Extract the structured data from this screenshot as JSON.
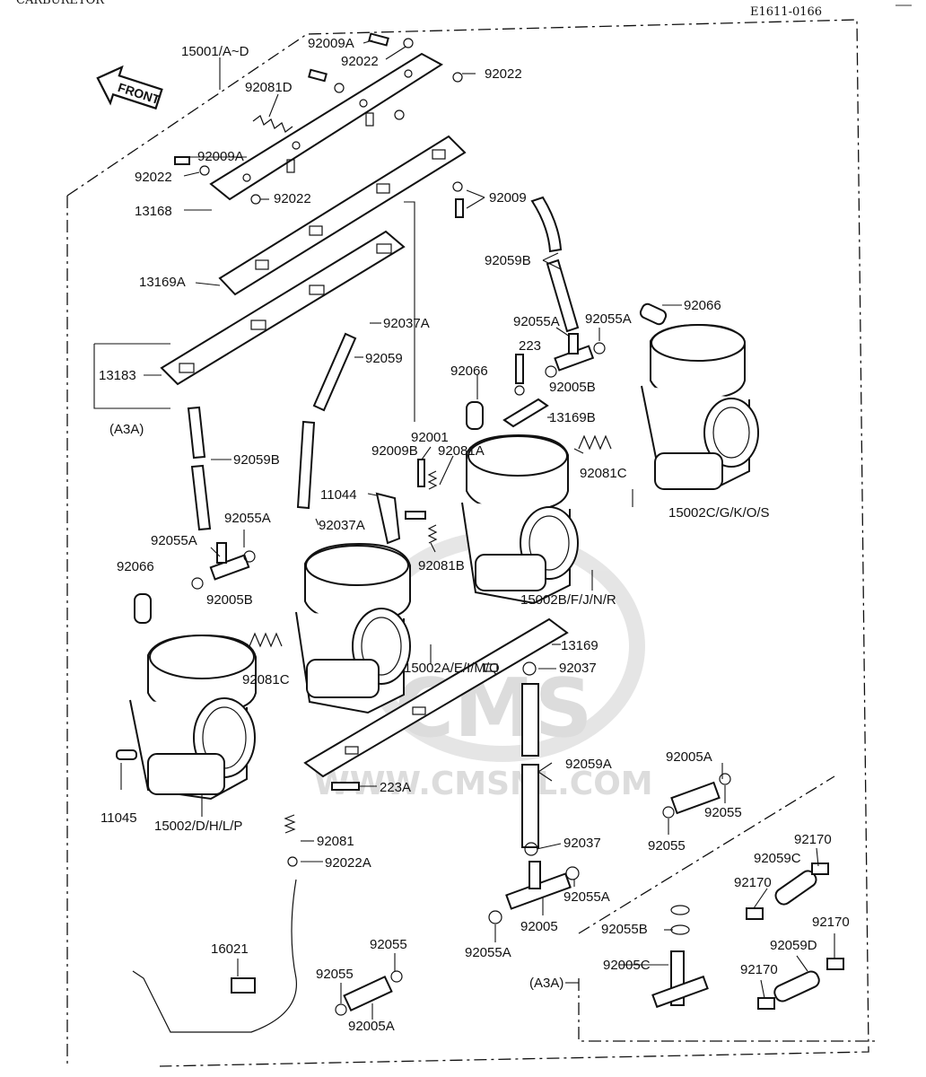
{
  "header": {
    "title": "CARBURETOR",
    "code": "E1611-0166"
  },
  "front_arrow": {
    "label": "FRONT"
  },
  "watermark": {
    "logo": "CMS",
    "url": "WWW.CMSNL.COM"
  },
  "parts": [
    {
      "id": "15001AD",
      "label": "15001/A~D"
    },
    {
      "id": "92009A_top",
      "label": "92009A"
    },
    {
      "id": "92022_top1",
      "label": "92022"
    },
    {
      "id": "92022_top2",
      "label": "92022"
    },
    {
      "id": "92081D",
      "label": "92081D"
    },
    {
      "id": "92009A_left",
      "label": "92009A"
    },
    {
      "id": "92022_left",
      "label": "92022"
    },
    {
      "id": "92022_mid",
      "label": "92022"
    },
    {
      "id": "13168",
      "label": "13168"
    },
    {
      "id": "92009",
      "label": "92009"
    },
    {
      "id": "92059B_right",
      "label": "92059B"
    },
    {
      "id": "13169A",
      "label": "13169A"
    },
    {
      "id": "92066_right",
      "label": "92066"
    },
    {
      "id": "92055A_r1",
      "label": "92055A"
    },
    {
      "id": "92055A_r2",
      "label": "92055A"
    },
    {
      "id": "223",
      "label": "223"
    },
    {
      "id": "92037A_top",
      "label": "92037A"
    },
    {
      "id": "13183",
      "label": "13183"
    },
    {
      "id": "92059_mid",
      "label": "92059"
    },
    {
      "id": "92066_mid",
      "label": "92066"
    },
    {
      "id": "92005B_right",
      "label": "92005B"
    },
    {
      "id": "13169B",
      "label": "13169B"
    },
    {
      "id": "A3A_left",
      "label": "(A3A)"
    },
    {
      "id": "92001",
      "label": "92001"
    },
    {
      "id": "92009B",
      "label": "92009B"
    },
    {
      "id": "92081A",
      "label": "92081A"
    },
    {
      "id": "92059B_left",
      "label": "92059B"
    },
    {
      "id": "92081C_right",
      "label": "92081C"
    },
    {
      "id": "11044",
      "label": "11044"
    },
    {
      "id": "15002CGKOS",
      "label": "15002C/G/K/O/S"
    },
    {
      "id": "92055A_l2",
      "label": "92055A"
    },
    {
      "id": "92037A_mid",
      "label": "92037A"
    },
    {
      "id": "92055A_l1",
      "label": "92055A"
    },
    {
      "id": "92066_left",
      "label": "92066"
    },
    {
      "id": "92081B",
      "label": "92081B"
    },
    {
      "id": "92005B_left",
      "label": "92005B"
    },
    {
      "id": "15002BFJNR",
      "label": "15002B/F/J/N/R"
    },
    {
      "id": "92081C_left",
      "label": "92081C"
    },
    {
      "id": "13169",
      "label": "13169"
    },
    {
      "id": "15002AEIMQ",
      "label": "15002A/E/I/M/Q"
    },
    {
      "id": "92037_a",
      "label": "92037"
    },
    {
      "id": "92059A",
      "label": "92059A"
    },
    {
      "id": "92005A_right",
      "label": "92005A"
    },
    {
      "id": "11045",
      "label": "11045"
    },
    {
      "id": "15002DHLP",
      "label": "15002/D/H/L/P"
    },
    {
      "id": "223A",
      "label": "223A"
    },
    {
      "id": "92055_r",
      "label": "92055"
    },
    {
      "id": "92055_r2",
      "label": "92055"
    },
    {
      "id": "92170_a",
      "label": "92170"
    },
    {
      "id": "92081",
      "label": "92081"
    },
    {
      "id": "92037_b",
      "label": "92037"
    },
    {
      "id": "92059C",
      "label": "92059C"
    },
    {
      "id": "92022A",
      "label": "92022A"
    },
    {
      "id": "92170_b",
      "label": "92170"
    },
    {
      "id": "92055A_b1",
      "label": "92055A"
    },
    {
      "id": "92005",
      "label": "92005"
    },
    {
      "id": "92055B",
      "label": "92055B"
    },
    {
      "id": "92170_c",
      "label": "92170"
    },
    {
      "id": "92055A_b2",
      "label": "92055A"
    },
    {
      "id": "16021",
      "label": "16021"
    },
    {
      "id": "92055_b1",
      "label": "92055"
    },
    {
      "id": "92055_b2",
      "label": "92055"
    },
    {
      "id": "92005C",
      "label": "92005C"
    },
    {
      "id": "92059D",
      "label": "92059D"
    },
    {
      "id": "A3A_right",
      "label": "(A3A)"
    },
    {
      "id": "92170_d",
      "label": "92170"
    },
    {
      "id": "92005A_bottom",
      "label": "92005A"
    }
  ]
}
